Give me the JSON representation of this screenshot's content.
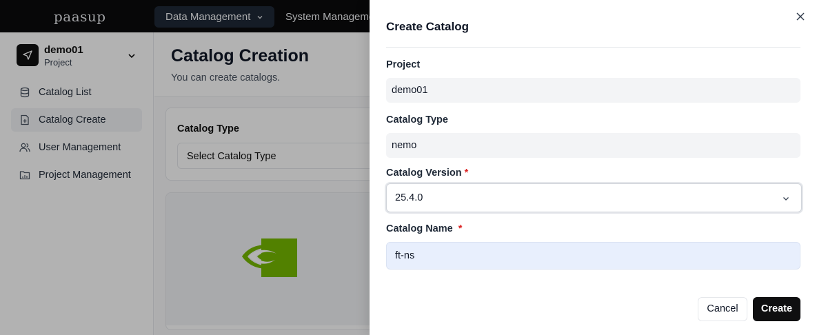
{
  "topbar": {
    "logo": "paasup",
    "nav": [
      {
        "label": "Data Management"
      },
      {
        "label": "System Management"
      }
    ]
  },
  "sidebar": {
    "project_name": "demo01",
    "project_sub": "Project",
    "items": [
      {
        "label": "Catalog List",
        "icon": "database-icon"
      },
      {
        "label": "Catalog Create",
        "icon": "file-plus-icon"
      },
      {
        "label": "User Management",
        "icon": "users-icon"
      },
      {
        "label": "Project Management",
        "icon": "folder-icon"
      }
    ]
  },
  "content": {
    "title": "Catalog Creation",
    "subtitle": "You can create catalogs.",
    "catalog_type_label": "Catalog Type",
    "catalog_type_placeholder": "Select Catalog Type"
  },
  "dialog": {
    "title": "Create Catalog",
    "project_label": "Project",
    "project_value": "demo01",
    "type_label": "Catalog Type",
    "type_value": "nemo",
    "version_label": "Catalog Version",
    "version_value": "25.4.0",
    "name_label": "Catalog Name",
    "name_value": "ft-ns",
    "required_mark": "*",
    "cancel_label": "Cancel",
    "create_label": "Create"
  },
  "colors": {
    "accent_dark": "#0f0f10",
    "required": "#dc2626",
    "nvidia_green": "#76b900"
  }
}
